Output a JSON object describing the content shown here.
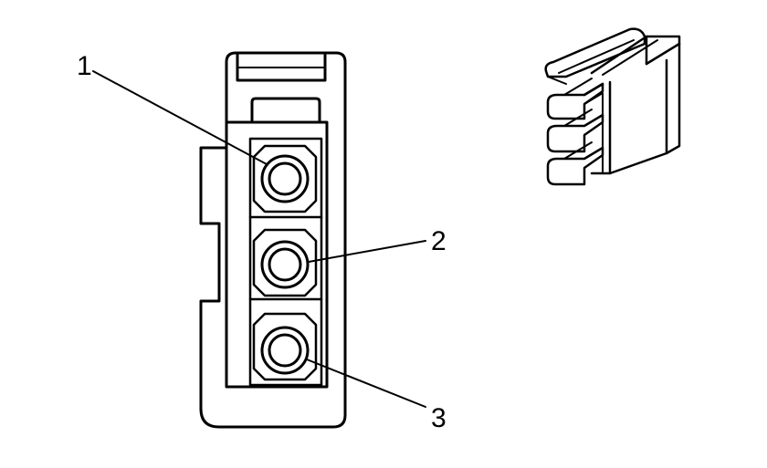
{
  "callouts": [
    {
      "label": "1"
    },
    {
      "label": "2"
    },
    {
      "label": "3"
    }
  ],
  "colors": {
    "stroke": "#000000",
    "background": "#ffffff"
  }
}
